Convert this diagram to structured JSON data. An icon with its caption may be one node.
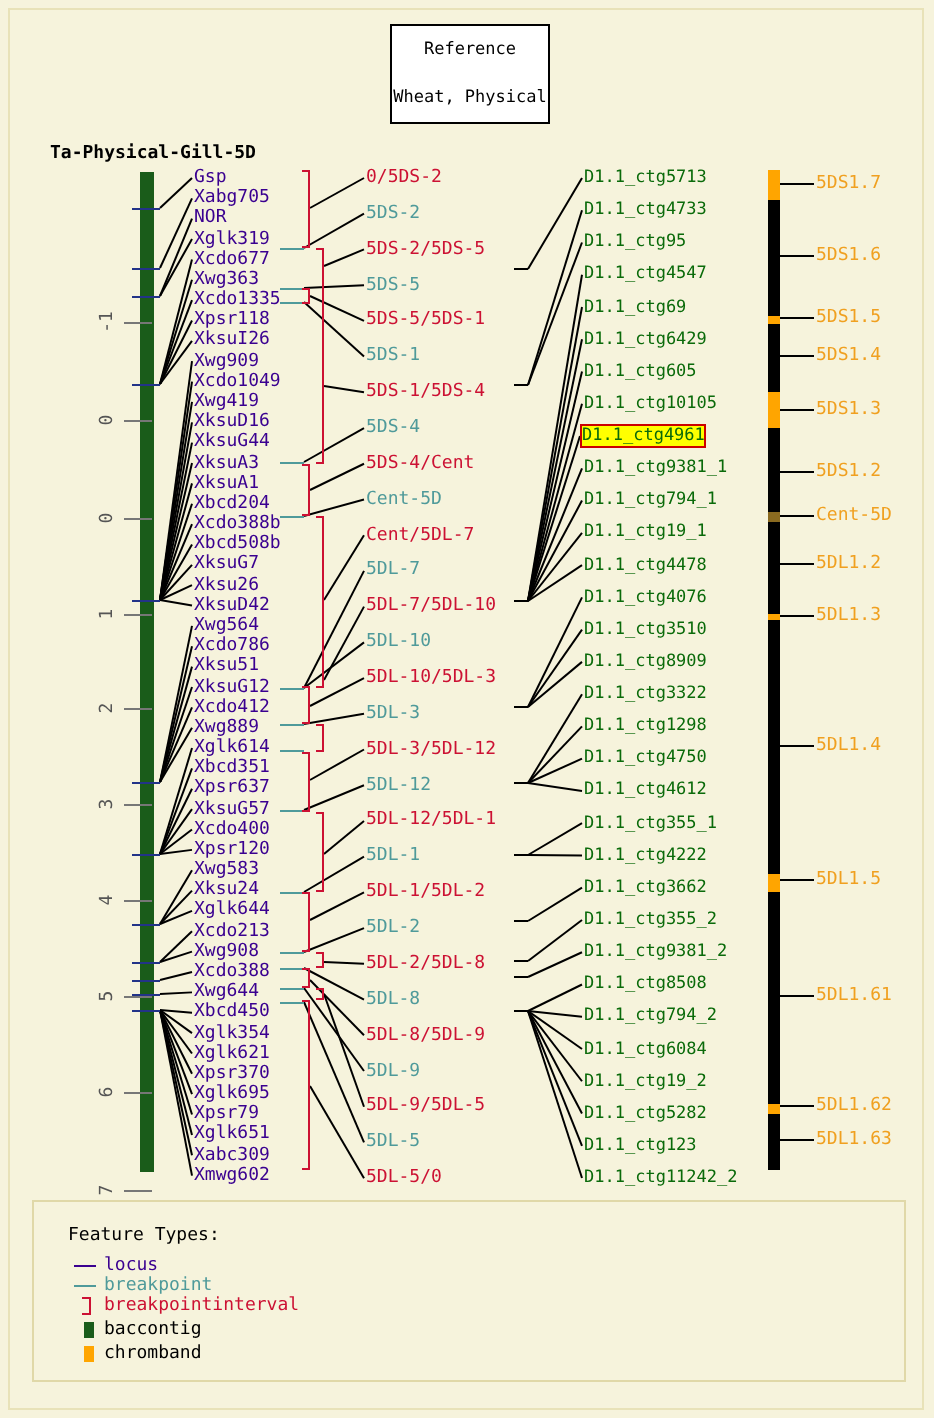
{
  "diagram": {
    "nodes": [
      {
        "text": [
          "Reference",
          "Wheat, Physical"
        ]
      },
      {
        "text": [
          "Gsp"
        ]
      },
      {
        "text": [
          "Xabg705"
        ]
      },
      {
        "text": [
          "NOR"
        ]
      },
      {
        "text": [
          "Xglk319"
        ]
      },
      {
        "text": [
          "Xcdo677"
        ]
      },
      {
        "text": [
          "Xwg363"
        ]
      },
      {
        "text": [
          "Xcdo1335"
        ]
      },
      {
        "text": [
          "Xpsr118"
        ]
      },
      {
        "text": [
          "XksuI26"
        ]
      },
      {
        "text": [
          "Xwg909"
        ]
      },
      {
        "text": [
          "Xcdo1049"
        ]
      },
      {
        "text": [
          "Xwg419"
        ]
      },
      {
        "text": [
          "XksuD16"
        ]
      },
      {
        "text": [
          "XksuG44"
        ]
      },
      {
        "text": [
          "XksuA3"
        ]
      },
      {
        "text": [
          "XksuA1"
        ]
      },
      {
        "text": [
          "Xbcd204"
        ]
      },
      {
        "text": [
          "Xcdo388b"
        ]
      },
      {
        "text": [
          "Xbcd508b"
        ]
      },
      {
        "text": [
          "XksuG7"
        ]
      },
      {
        "text": [
          "Xksu26"
        ]
      },
      {
        "text": [
          "XksuD42"
        ]
      },
      {
        "text": [
          "Xwg564"
        ]
      },
      {
        "text": [
          "Xcdo786"
        ]
      },
      {
        "text": [
          "Xksu51"
        ]
      },
      {
        "text": [
          "XksuG12"
        ]
      },
      {
        "text": [
          "Xcdo412"
        ]
      },
      {
        "text": [
          "Xwg889"
        ]
      },
      {
        "text": [
          "Xglk614"
        ]
      },
      {
        "text": [
          "Xbcd351"
        ]
      },
      {
        "text": [
          "Xpsr637"
        ]
      },
      {
        "text": [
          "XksuG57"
        ]
      },
      {
        "text": [
          "Xcdo400"
        ]
      },
      {
        "text": [
          "Xpsr120"
        ]
      },
      {
        "text": [
          "Xwg583"
        ]
      },
      {
        "text": [
          "Xksu24"
        ]
      },
      {
        "text": [
          "Xglk644"
        ]
      },
      {
        "text": [
          "Xcdo213"
        ]
      },
      {
        "text": [
          "Xwg908"
        ]
      },
      {
        "text": [
          "Xcdo388"
        ]
      },
      {
        "text": [
          "Xwg644"
        ]
      },
      {
        "text": [
          "Xbcd450"
        ]
      },
      {
        "text": [
          "Xglk354"
        ]
      },
      {
        "text": [
          "Xglk621"
        ]
      },
      {
        "text": [
          "Xpsr370"
        ]
      },
      {
        "text": [
          "Xglk695"
        ]
      },
      {
        "text": [
          "Xpsr79"
        ]
      },
      {
        "text": [
          "Xglk651"
        ]
      },
      {
        "text": [
          "Xabc309"
        ]
      },
      {
        "text": [
          "Xmwg602"
        ]
      },
      {
        "text": [
          "0/5DS-2"
        ]
      },
      {
        "text": [
          "5DS-2"
        ]
      },
      {
        "text": [
          "5DS-2/5DS-5"
        ]
      },
      {
        "text": [
          "5DS-5"
        ]
      },
      {
        "text": [
          "5DS-5/5DS-1"
        ]
      },
      {
        "text": [
          "5DS-1"
        ]
      },
      {
        "text": [
          "5DS-1/5DS-4"
        ]
      },
      {
        "text": [
          "5DS-4"
        ]
      },
      {
        "text": [
          "5DS-4/Cent"
        ]
      },
      {
        "text": [
          "Cent-5D"
        ]
      },
      {
        "text": [
          "Cent/5DL-7"
        ]
      },
      {
        "text": [
          "5DL-7"
        ]
      },
      {
        "text": [
          "5DL-7/5DL-10"
        ]
      },
      {
        "text": [
          "5DL-10"
        ]
      },
      {
        "text": [
          "5DL-10/5DL-3"
        ]
      },
      {
        "text": [
          "5DL-3"
        ]
      },
      {
        "text": [
          "5DL-3/5DL-12"
        ]
      },
      {
        "text": [
          "5DL-12"
        ]
      },
      {
        "text": [
          "5DL-12/5DL-1"
        ]
      },
      {
        "text": [
          "5DL-1"
        ]
      },
      {
        "text": [
          "5DL-1/5DL-2"
        ]
      },
      {
        "text": [
          "5DL-2"
        ]
      },
      {
        "text": [
          "5DL-2/5DL-8"
        ]
      },
      {
        "text": [
          "5DL-8"
        ]
      },
      {
        "text": [
          "5DL-8/5DL-9"
        ]
      },
      {
        "text": [
          "5DL-9"
        ]
      },
      {
        "text": [
          "5DL-9/5DL-5"
        ]
      },
      {
        "text": [
          "5DL-5"
        ]
      },
      {
        "text": [
          "5DL-5/0"
        ]
      },
      {
        "text": [
          "D1.1_ctg5713"
        ]
      },
      {
        "text": [
          "D1.1_ctg4733"
        ]
      },
      {
        "text": [
          "D1.1_ctg95"
        ]
      },
      {
        "text": [
          "D1.1_ctg4547"
        ]
      },
      {
        "text": [
          "D1.1_ctg69"
        ]
      },
      {
        "text": [
          "D1.1_ctg6429"
        ]
      },
      {
        "text": [
          "D1.1_ctg605"
        ]
      },
      {
        "text": [
          "D1.1_ctg10105"
        ]
      },
      {
        "text": [
          "D1.1_ctg4961"
        ]
      },
      {
        "text": [
          "D1.1_ctg9381_1"
        ]
      },
      {
        "text": [
          "D1.1_ctg794_1"
        ]
      },
      {
        "text": [
          "D1.1_ctg19_1"
        ]
      },
      {
        "text": [
          "D1.1_ctg4478"
        ]
      },
      {
        "text": [
          "D1.1_ctg4076"
        ]
      },
      {
        "text": [
          "D1.1_ctg3510"
        ]
      },
      {
        "text": [
          "D1.1_ctg8909"
        ]
      },
      {
        "text": [
          "D1.1_ctg3322"
        ]
      },
      {
        "text": [
          "D1.1_ctg1298"
        ]
      },
      {
        "text": [
          "D1.1_ctg4750"
        ]
      },
      {
        "text": [
          "D1.1_ctg4612"
        ]
      },
      {
        "text": [
          "D1.1_ctg355_1"
        ]
      },
      {
        "text": [
          "D1.1_ctg4222"
        ]
      },
      {
        "text": [
          "D1.1_ctg3662"
        ]
      },
      {
        "text": [
          "D1.1_ctg355_2"
        ]
      },
      {
        "text": [
          "D1.1_ctg9381_2"
        ]
      },
      {
        "text": [
          "D1.1_ctg8508"
        ]
      },
      {
        "text": [
          "D1.1_ctg794_2"
        ]
      },
      {
        "text": [
          "D1.1_ctg6084"
        ]
      },
      {
        "text": [
          "D1.1_ctg19_2"
        ]
      },
      {
        "text": [
          "D1.1_ctg5282"
        ]
      },
      {
        "text": [
          "D1.1_ctg123"
        ]
      },
      {
        "text": [
          "D1.1_ctg11242_2"
        ]
      },
      {
        "text": [
          "5DS1.7"
        ]
      },
      {
        "text": [
          "5DS1.6"
        ]
      },
      {
        "text": [
          "5DS1.5"
        ]
      },
      {
        "text": [
          "5DS1.4"
        ]
      },
      {
        "text": [
          "5DS1.3"
        ]
      },
      {
        "text": [
          "5DS1.2"
        ]
      },
      {
        "text": [
          "Cent-5D"
        ]
      },
      {
        "text": [
          "5DL1.2"
        ]
      },
      {
        "text": [
          "5DL1.3"
        ]
      },
      {
        "text": [
          "5DL1.4"
        ]
      },
      {
        "text": [
          "5DL1.5"
        ]
      },
      {
        "text": [
          "5DL1.61"
        ]
      },
      {
        "text": [
          "5DL1.62"
        ]
      },
      {
        "text": [
          "5DL1.63"
        ]
      },
      {
        "text": [],
        "shape": "bar"
      },
      {
        "text": [],
        "shape": "tick"
      },
      {
        "text": [],
        "shape": "tick"
      },
      {
        "text": [],
        "shape": "tick"
      },
      {
        "text": [],
        "shape": "tick"
      },
      {
        "text": [],
        "shape": "tick"
      },
      {
        "text": [],
        "shape": "tick"
      },
      {
        "text": [],
        "shape": "tick"
      },
      {
        "text": [],
        "shape": "tick"
      },
      {
        "text": [],
        "shape": "tick"
      },
      {
        "text": [],
        "shape": "tick"
      },
      {
        "text": [],
        "shape": "tick"
      },
      {
        "text": [],
        "shape": "tick"
      },
      {
        "text": [],
        "shape": "tick"
      },
      {
        "text": [],
        "shape": "tick"
      },
      {
        "text": [],
        "shape": "bracket"
      },
      {
        "text": [],
        "shape": "bracket"
      },
      {
        "text": [],
        "shape": "bracket"
      },
      {
        "text": [],
        "shape": "bracket"
      },
      {
        "text": [],
        "shape": "bracket"
      },
      {
        "text": [],
        "shape": "bracket"
      },
      {
        "text": [],
        "shape": "bracket"
      },
      {
        "text": [],
        "shape": "bracket"
      },
      {
        "text": [],
        "shape": "bracket"
      },
      {
        "text": [],
        "shape": "bracket"
      },
      {
        "text": [],
        "shape": "bracket"
      },
      {
        "text": [],
        "shape": "bracket"
      },
      {
        "text": [],
        "shape": "bracket"
      },
      {
        "text": [],
        "shape": "bracket"
      },
      {
        "text": [],
        "shape": "tick"
      },
      {
        "text": [],
        "shape": "tick"
      },
      {
        "text": [],
        "shape": "tick"
      },
      {
        "text": [],
        "shape": "tick"
      },
      {
        "text": [],
        "shape": "tick"
      },
      {
        "text": [],
        "shape": "tick"
      },
      {
        "text": [],
        "shape": "tick"
      },
      {
        "text": [],
        "shape": "tick"
      },
      {
        "text": [],
        "shape": "tick"
      },
      {
        "text": [],
        "shape": "tick"
      },
      {
        "text": [],
        "shape": "bar"
      }
    ],
    "edges": [
      {
        "from": 1,
        "to": 126,
        "arrow": "none"
      },
      {
        "from": 2,
        "to": 126,
        "arrow": "none"
      },
      {
        "from": 3,
        "to": 126,
        "arrow": "none"
      },
      {
        "from": 4,
        "to": 126,
        "arrow": "none"
      },
      {
        "from": 5,
        "to": 126,
        "arrow": "none"
      },
      {
        "from": 6,
        "to": 126,
        "arrow": "none"
      },
      {
        "from": 7,
        "to": 126,
        "arrow": "none"
      },
      {
        "from": 8,
        "to": 126,
        "arrow": "none"
      },
      {
        "from": 9,
        "to": 126,
        "arrow": "none"
      },
      {
        "from": 10,
        "to": 126,
        "arrow": "none"
      },
      {
        "from": 11,
        "to": 126,
        "arrow": "none"
      },
      {
        "from": 12,
        "to": 126,
        "arrow": "none"
      },
      {
        "from": 13,
        "to": 126,
        "arrow": "none"
      },
      {
        "from": 14,
        "to": 126,
        "arrow": "none"
      },
      {
        "from": 15,
        "to": 126,
        "arrow": "none"
      },
      {
        "from": 16,
        "to": 126,
        "arrow": "none"
      },
      {
        "from": 17,
        "to": 126,
        "arrow": "none"
      },
      {
        "from": 18,
        "to": 126,
        "arrow": "none"
      },
      {
        "from": 19,
        "to": 126,
        "arrow": "none"
      },
      {
        "from": 20,
        "to": 126,
        "arrow": "none"
      },
      {
        "from": 21,
        "to": 126,
        "arrow": "none"
      },
      {
        "from": 22,
        "to": 126,
        "arrow": "none"
      },
      {
        "from": 23,
        "to": 126,
        "arrow": "none"
      },
      {
        "from": 24,
        "to": 126,
        "arrow": "none"
      },
      {
        "from": 25,
        "to": 126,
        "arrow": "none"
      },
      {
        "from": 26,
        "to": 126,
        "arrow": "none"
      },
      {
        "from": 27,
        "to": 126,
        "arrow": "none"
      },
      {
        "from": 28,
        "to": 126,
        "arrow": "none"
      },
      {
        "from": 29,
        "to": 126,
        "arrow": "none"
      },
      {
        "from": 30,
        "to": 126,
        "arrow": "none"
      },
      {
        "from": 31,
        "to": 126,
        "arrow": "none"
      },
      {
        "from": 32,
        "to": 126,
        "arrow": "none"
      },
      {
        "from": 33,
        "to": 126,
        "arrow": "none"
      },
      {
        "from": 34,
        "to": 126,
        "arrow": "none"
      },
      {
        "from": 35,
        "to": 126,
        "arrow": "none"
      },
      {
        "from": 36,
        "to": 126,
        "arrow": "none"
      },
      {
        "from": 37,
        "to": 126,
        "arrow": "none"
      },
      {
        "from": 38,
        "to": 126,
        "arrow": "none"
      },
      {
        "from": 39,
        "to": 126,
        "arrow": "none"
      },
      {
        "from": 40,
        "to": 126,
        "arrow": "none"
      },
      {
        "from": 41,
        "to": 126,
        "arrow": "none"
      },
      {
        "from": 42,
        "to": 126,
        "arrow": "none"
      },
      {
        "from": 43,
        "to": 126,
        "arrow": "none"
      },
      {
        "from": 44,
        "to": 126,
        "arrow": "none"
      },
      {
        "from": 45,
        "to": 126,
        "arrow": "none"
      },
      {
        "from": 46,
        "to": 126,
        "arrow": "none"
      },
      {
        "from": 47,
        "to": 126,
        "arrow": "none"
      },
      {
        "from": 48,
        "to": 126,
        "arrow": "none"
      },
      {
        "from": 49,
        "to": 126,
        "arrow": "none"
      },
      {
        "from": 50,
        "to": 126,
        "arrow": "none"
      },
      {
        "from": 51,
        "to": 141,
        "arrow": "none"
      },
      {
        "from": 52,
        "to": 127,
        "arrow": "none"
      },
      {
        "from": 53,
        "to": 142,
        "arrow": "none"
      },
      {
        "from": 54,
        "to": 128,
        "arrow": "none"
      },
      {
        "from": 55,
        "to": 143,
        "arrow": "none"
      },
      {
        "from": 56,
        "to": 129,
        "arrow": "none"
      },
      {
        "from": 57,
        "to": 142,
        "arrow": "none"
      },
      {
        "from": 58,
        "to": 130,
        "arrow": "none"
      },
      {
        "from": 59,
        "to": 144,
        "arrow": "none"
      },
      {
        "from": 60,
        "to": 131,
        "arrow": "none"
      },
      {
        "from": 61,
        "to": 145,
        "arrow": "none"
      },
      {
        "from": 62,
        "to": 132,
        "arrow": "none"
      },
      {
        "from": 63,
        "to": 145,
        "arrow": "none"
      },
      {
        "from": 64,
        "to": 132,
        "arrow": "none"
      },
      {
        "from": 65,
        "to": 146,
        "arrow": "none"
      },
      {
        "from": 66,
        "to": 133,
        "arrow": "none"
      },
      {
        "from": 67,
        "to": 148,
        "arrow": "none"
      },
      {
        "from": 68,
        "to": 135,
        "arrow": "none"
      },
      {
        "from": 69,
        "to": 149,
        "arrow": "none"
      },
      {
        "from": 70,
        "to": 136,
        "arrow": "none"
      },
      {
        "from": 71,
        "to": 150,
        "arrow": "none"
      },
      {
        "from": 72,
        "to": 137,
        "arrow": "none"
      },
      {
        "from": 73,
        "to": 151,
        "arrow": "none"
      },
      {
        "from": 74,
        "to": 138,
        "arrow": "none"
      },
      {
        "from": 75,
        "to": 152,
        "arrow": "none"
      },
      {
        "from": 76,
        "to": 139,
        "arrow": "none"
      },
      {
        "from": 77,
        "to": 153,
        "arrow": "none"
      },
      {
        "from": 78,
        "to": 140,
        "arrow": "none"
      },
      {
        "from": 79,
        "to": 154,
        "arrow": "none"
      },
      {
        "from": 80,
        "to": 155,
        "arrow": "none"
      },
      {
        "from": 81,
        "to": 156,
        "arrow": "none"
      },
      {
        "from": 82,
        "to": 156,
        "arrow": "none"
      },
      {
        "from": 83,
        "to": 157,
        "arrow": "none"
      },
      {
        "from": 84,
        "to": 157,
        "arrow": "none"
      },
      {
        "from": 85,
        "to": 157,
        "arrow": "none"
      },
      {
        "from": 86,
        "to": 157,
        "arrow": "none"
      },
      {
        "from": 87,
        "to": 157,
        "arrow": "none"
      },
      {
        "from": 88,
        "to": 157,
        "arrow": "none"
      },
      {
        "from": 89,
        "to": 157,
        "arrow": "none"
      },
      {
        "from": 90,
        "to": 157,
        "arrow": "none"
      },
      {
        "from": 91,
        "to": 157,
        "arrow": "none"
      },
      {
        "from": 92,
        "to": 157,
        "arrow": "none"
      },
      {
        "from": 93,
        "to": 158,
        "arrow": "none"
      },
      {
        "from": 94,
        "to": 158,
        "arrow": "none"
      },
      {
        "from": 95,
        "to": 158,
        "arrow": "none"
      },
      {
        "from": 96,
        "to": 159,
        "arrow": "none"
      },
      {
        "from": 97,
        "to": 159,
        "arrow": "none"
      },
      {
        "from": 98,
        "to": 159,
        "arrow": "none"
      },
      {
        "from": 99,
        "to": 159,
        "arrow": "none"
      },
      {
        "from": 100,
        "to": 160,
        "arrow": "none"
      },
      {
        "from": 101,
        "to": 160,
        "arrow": "none"
      },
      {
        "from": 102,
        "to": 161,
        "arrow": "none"
      },
      {
        "from": 103,
        "to": 162,
        "arrow": "none"
      },
      {
        "from": 104,
        "to": 163,
        "arrow": "none"
      },
      {
        "from": 105,
        "to": 164,
        "arrow": "none"
      },
      {
        "from": 106,
        "to": 164,
        "arrow": "none"
      },
      {
        "from": 107,
        "to": 164,
        "arrow": "none"
      },
      {
        "from": 108,
        "to": 164,
        "arrow": "none"
      },
      {
        "from": 109,
        "to": 164,
        "arrow": "none"
      },
      {
        "from": 110,
        "to": 164,
        "arrow": "none"
      },
      {
        "from": 111,
        "to": 164,
        "arrow": "none"
      },
      {
        "from": 112,
        "to": 165,
        "arrow": "none"
      },
      {
        "from": 113,
        "to": 165,
        "arrow": "none"
      },
      {
        "from": 114,
        "to": 165,
        "arrow": "none"
      },
      {
        "from": 115,
        "to": 165,
        "arrow": "none"
      },
      {
        "from": 116,
        "to": 165,
        "arrow": "none"
      },
      {
        "from": 117,
        "to": 165,
        "arrow": "none"
      },
      {
        "from": 118,
        "to": 165,
        "arrow": "none"
      },
      {
        "from": 119,
        "to": 165,
        "arrow": "none"
      },
      {
        "from": 120,
        "to": 165,
        "arrow": "none"
      },
      {
        "from": 121,
        "to": 165,
        "arrow": "none"
      },
      {
        "from": 122,
        "to": 165,
        "arrow": "none"
      },
      {
        "from": 123,
        "to": 165,
        "arrow": "none"
      },
      {
        "from": 124,
        "to": 165,
        "arrow": "none"
      },
      {
        "from": 125,
        "to": 165,
        "arrow": "none"
      }
    ],
    "labels": [
      "Ta-Physical-Gill-5D",
      "-1",
      "0",
      "0",
      "1",
      "2",
      "3",
      "4",
      "5",
      "6",
      "7",
      "Feature Types:"
    ],
    "legend": [
      {
        "text": "locus"
      },
      {
        "text": "breakpoint"
      },
      {
        "text": "breakpointinterval"
      },
      {
        "text": "baccontig",
        "color": "#1a5c1a"
      },
      {
        "text": "chromband",
        "color": "#ffa500"
      }
    ]
  }
}
